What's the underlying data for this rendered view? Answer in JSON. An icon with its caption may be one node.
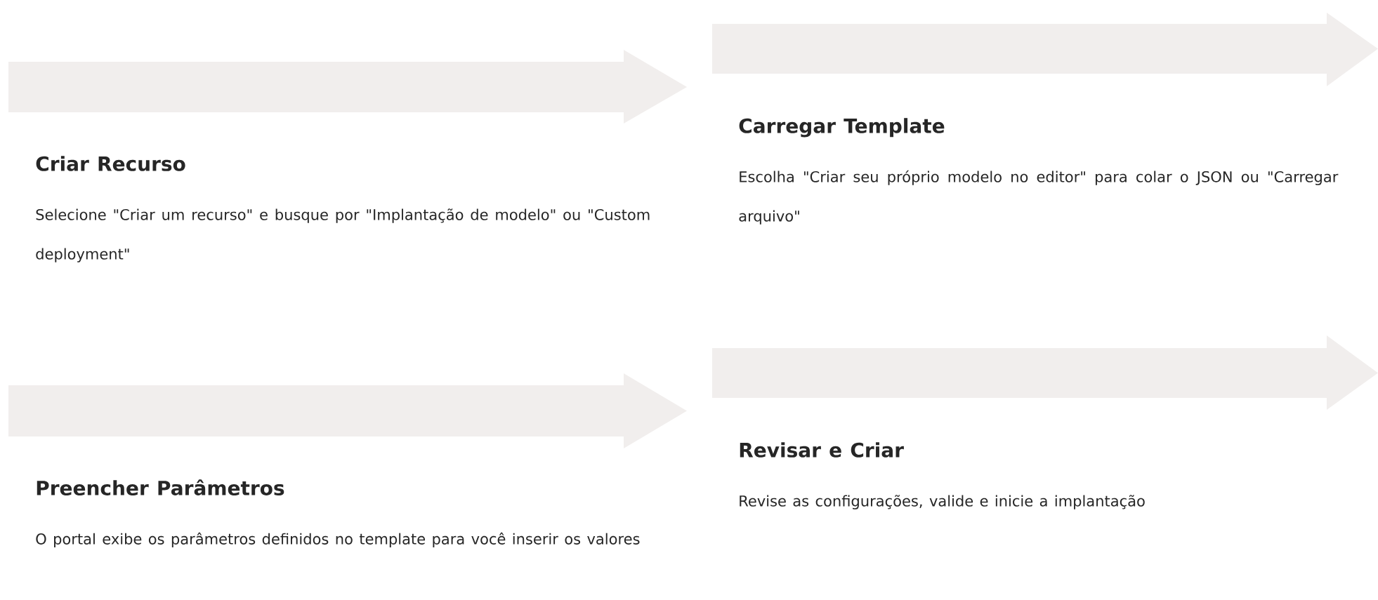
{
  "diagram": {
    "nodes": [
      {
        "text": [
          "Criar Recurso",
          "Selecione \"Criar um recurso\" e busque por \"Implantação de modelo\" ou \"Custom deployment\""
        ]
      },
      {
        "text": [
          "Carregar Template",
          "Escolha \"Criar seu próprio modelo no editor\" para colar o JSON ou \"Carregar arquivo\""
        ]
      },
      {
        "text": [
          "Preencher Parâmetros",
          "O portal exibe os parâmetros definidos no template para você inserir os valores"
        ]
      },
      {
        "text": [
          "Revisar e Criar",
          "Revise as configurações, valide e inicie a implantação"
        ]
      }
    ]
  }
}
